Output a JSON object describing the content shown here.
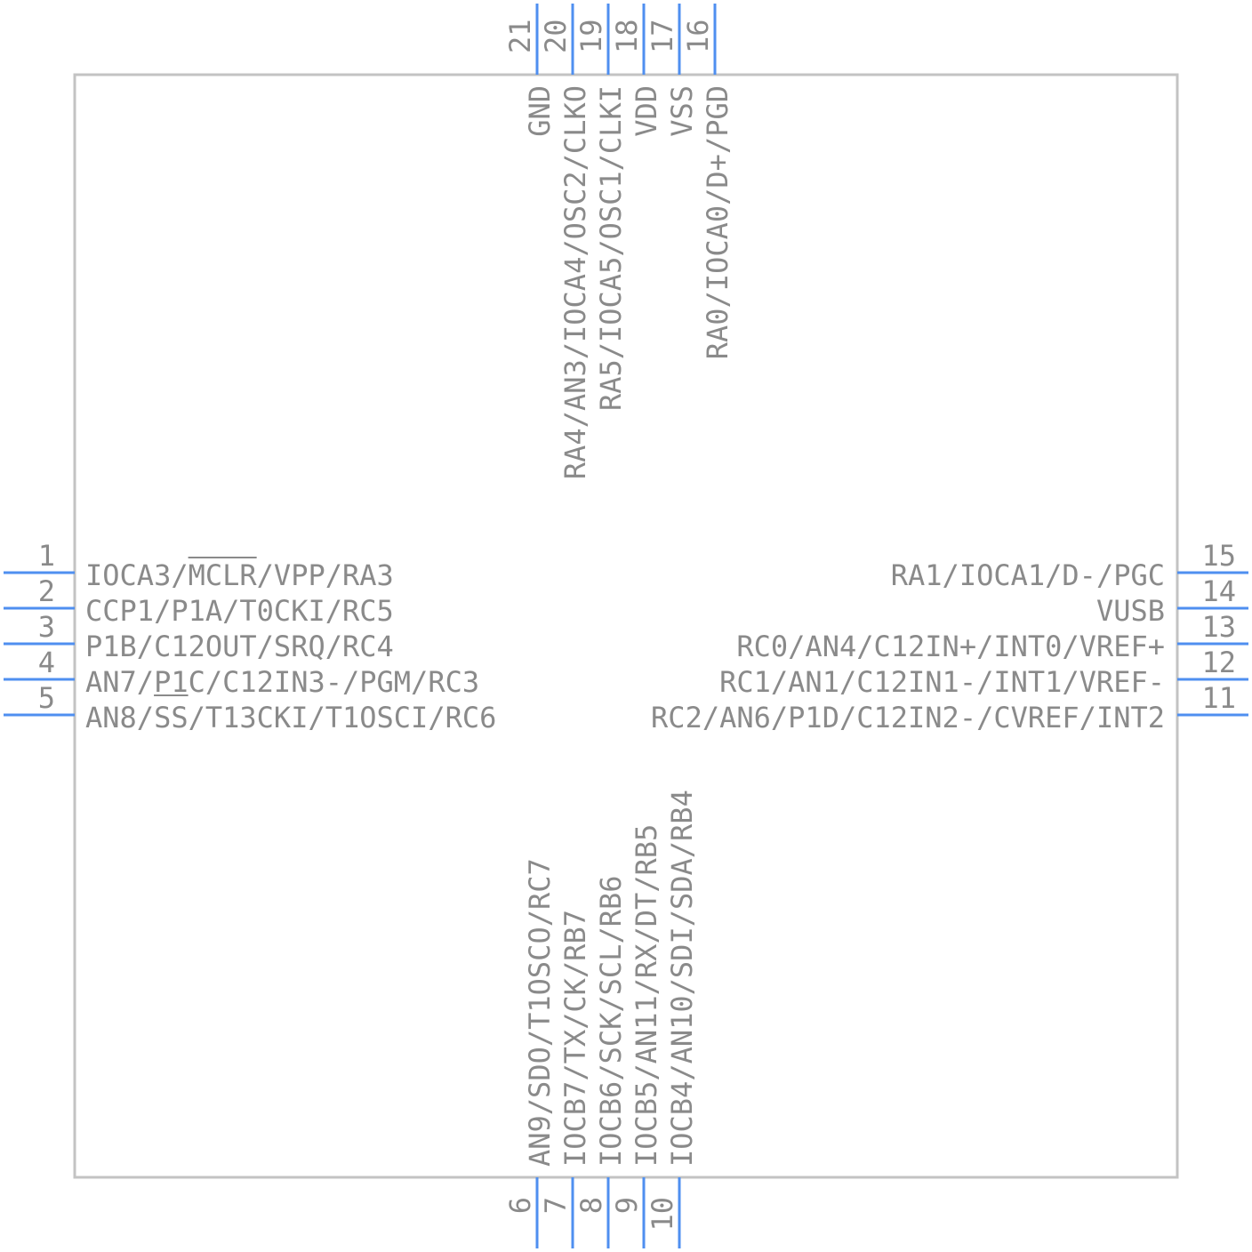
{
  "colors": {
    "body_stroke": "#c3c3c3",
    "pin_line": "#4f8ff0",
    "text": "#8a8a8a",
    "background": "#ffffff"
  },
  "pins": {
    "left": [
      {
        "number": "1",
        "label": "IOCA3/MCLR/VPP/RA3",
        "overline": "MCLR"
      },
      {
        "number": "2",
        "label": "CCP1/P1A/T0CKI/RC5"
      },
      {
        "number": "3",
        "label": "P1B/C12OUT/SRQ/RC4"
      },
      {
        "number": "4",
        "label": "AN7/P1C/C12IN3-/PGM/RC3",
        "underline": "P1"
      },
      {
        "number": "5",
        "label": "AN8/SS/T13CKI/T1OSCI/RC6"
      }
    ],
    "right": [
      {
        "number": "15",
        "label": "RA1/IOCA1/D-/PGC"
      },
      {
        "number": "14",
        "label": "VUSB"
      },
      {
        "number": "13",
        "label": "RC0/AN4/C12IN+/INT0/VREF+"
      },
      {
        "number": "12",
        "label": "RC1/AN1/C12IN1-/INT1/VREF-"
      },
      {
        "number": "11",
        "label": "RC2/AN6/P1D/C12IN2-/CVREF/INT2"
      }
    ],
    "top": [
      {
        "number": "21",
        "label": "GND"
      },
      {
        "number": "20",
        "label": "RA4/AN3/IOCA4/OSC2/CLKO"
      },
      {
        "number": "19",
        "label": "RA5/IOCA5/OSC1/CLKI"
      },
      {
        "number": "18",
        "label": "VDD"
      },
      {
        "number": "17",
        "label": "VSS"
      },
      {
        "number": "16",
        "label": "RA0/IOCA0/D+/PGD"
      }
    ],
    "bottom": [
      {
        "number": "6",
        "label": "AN9/SDO/T1OSCO/RC7"
      },
      {
        "number": "7",
        "label": "IOCB7/TX/CK/RB7"
      },
      {
        "number": "8",
        "label": "IOCB6/SCK/SCL/RB6"
      },
      {
        "number": "9",
        "label": "IOCB5/AN11/RX/DT/RB5"
      },
      {
        "number": "10",
        "label": "IOCB4/AN10/SDI/SDA/RB4"
      }
    ]
  }
}
